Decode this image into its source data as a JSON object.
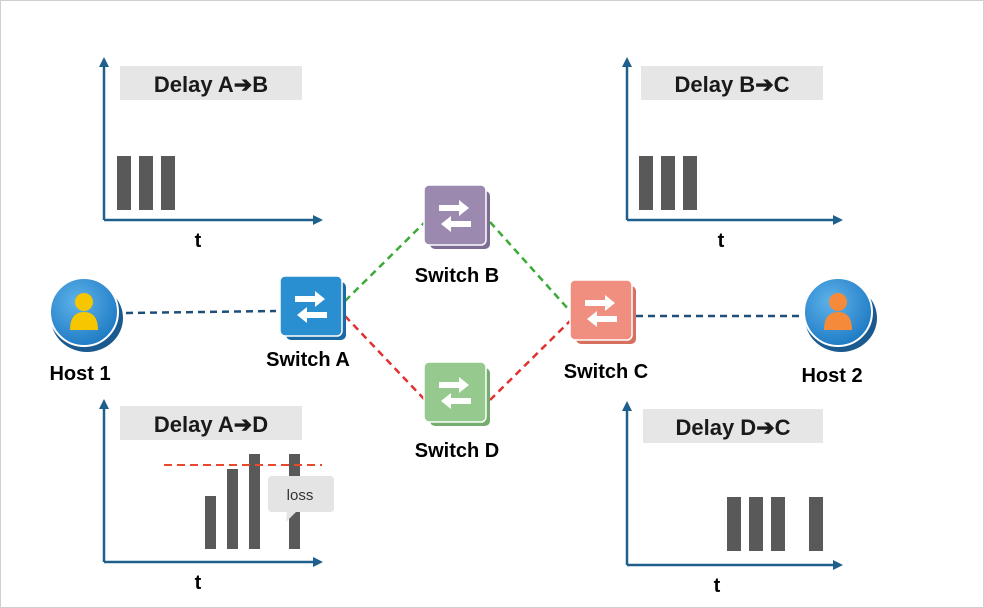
{
  "hosts": {
    "host1": {
      "label": "Host 1",
      "color": "#f6c600"
    },
    "host2": {
      "label": "Host 2",
      "color": "#f58a3a"
    }
  },
  "switches": {
    "a": {
      "label": "Switch A",
      "color": "#2a8fd0"
    },
    "b": {
      "label": "Switch B",
      "color": "#9c89b0"
    },
    "c": {
      "label": "Switch C",
      "color": "#f08f7f"
    },
    "d": {
      "label": "Switch D",
      "color": "#95c98e"
    }
  },
  "links": {
    "host_color": "#1f4e79",
    "good_path_color": "#3aaa35",
    "bad_path_color": "#e03030"
  },
  "charts": [
    {
      "id": "ab",
      "title": "Delay A➔B",
      "xlabel": "t",
      "bars": [
        1,
        1,
        1
      ]
    },
    {
      "id": "bc",
      "title": "Delay B➔C",
      "xlabel": "t",
      "bars": [
        1,
        1,
        1
      ]
    },
    {
      "id": "ad",
      "title": "Delay A➔D",
      "xlabel": "t",
      "bars": [
        0.55,
        0.85,
        1.0,
        1.0
      ],
      "threshold": true,
      "loss_label": "loss"
    },
    {
      "id": "dc",
      "title": "Delay D➔C",
      "xlabel": "t",
      "bars": [
        1,
        1,
        1,
        1
      ]
    }
  ]
}
